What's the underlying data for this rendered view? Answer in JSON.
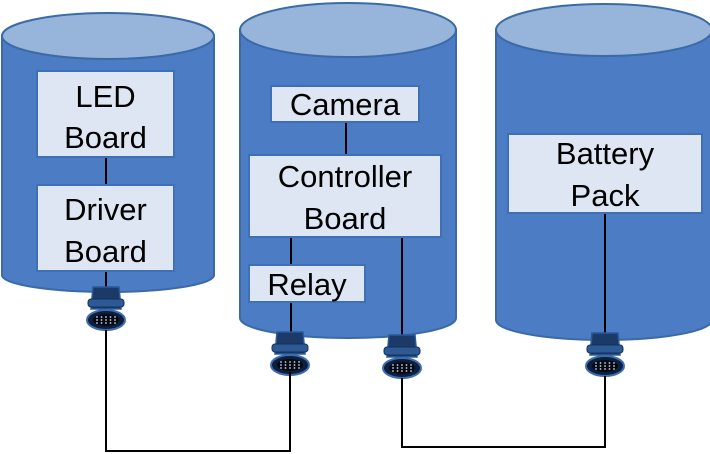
{
  "colors": {
    "canister_body": "#4c7cc3",
    "canister_top": "#97b4db",
    "canister_outline": "#3a6aa8",
    "box_fill": "#dfe6f3",
    "box_outline": "#3f6fb5",
    "connector": "#1b3a67",
    "wire": "#000000"
  },
  "boxes": {
    "led": [
      "LED",
      "Board"
    ],
    "driver": [
      "Driver",
      "Board"
    ],
    "camera": [
      "Camera"
    ],
    "controller": [
      "Controller",
      "Board"
    ],
    "relay": [
      "Relay"
    ],
    "battery": [
      "Battery",
      "Pack"
    ]
  }
}
